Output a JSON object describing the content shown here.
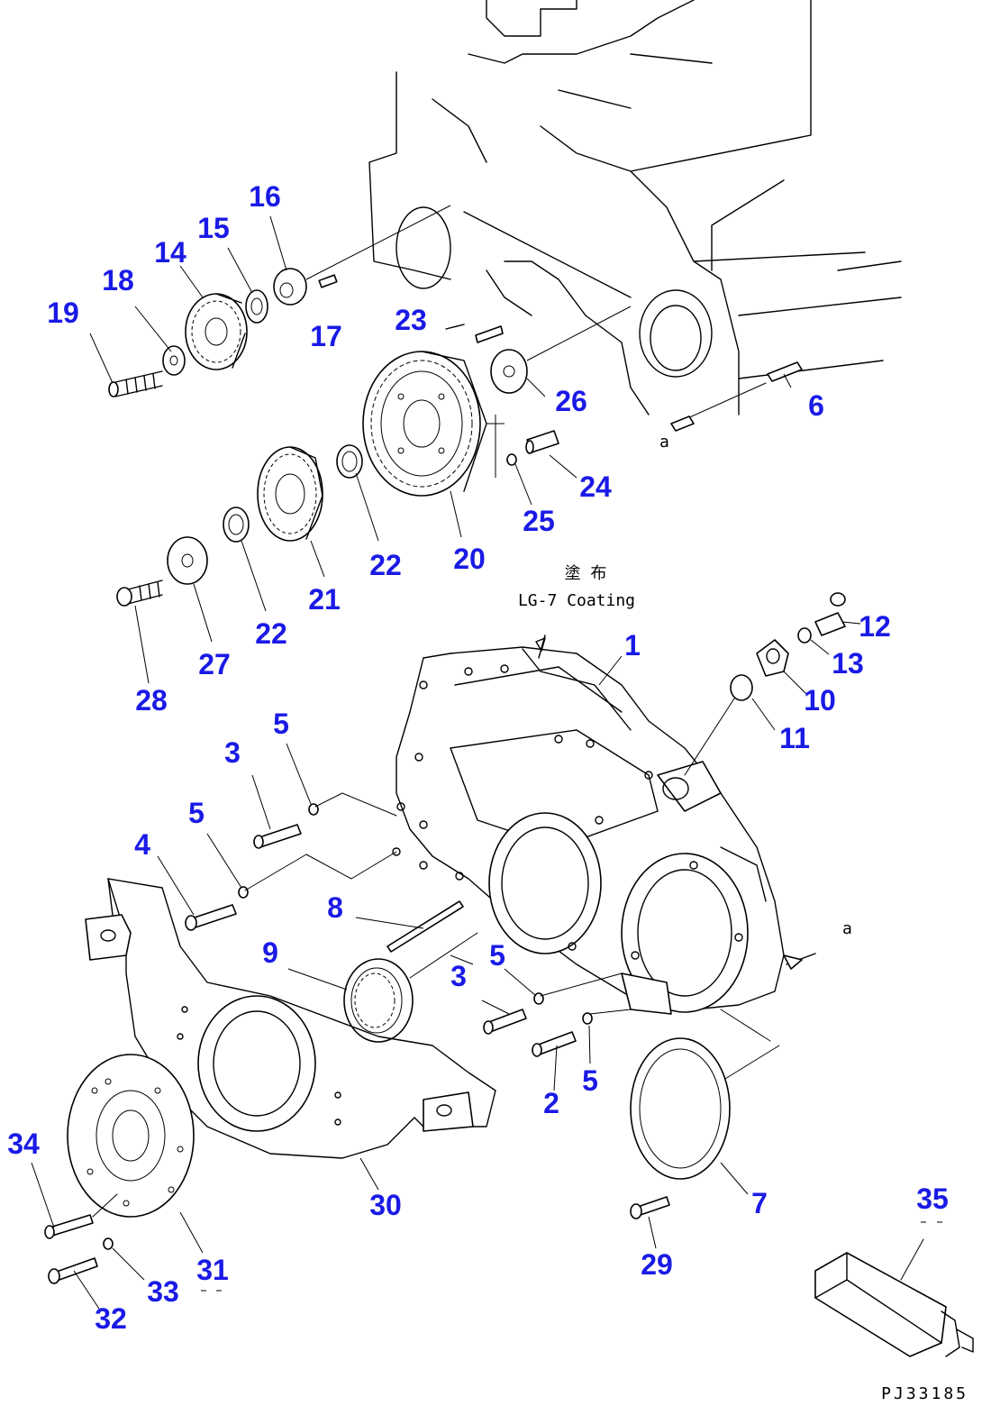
{
  "drawing_code": "PJ33185",
  "note": {
    "kanji": "塗 布",
    "text": "LG-7 Coating"
  },
  "marker": "a",
  "labels": [
    "1",
    "2",
    "3",
    "3",
    "4",
    "5",
    "5",
    "5",
    "5",
    "6",
    "7",
    "8",
    "9",
    "10",
    "11",
    "12",
    "13",
    "14",
    "15",
    "16",
    "17",
    "18",
    "19",
    "20",
    "21",
    "22",
    "22",
    "23",
    "24",
    "25",
    "26",
    "27",
    "28",
    "29",
    "30",
    "31",
    "32",
    "33",
    "34",
    "35"
  ],
  "colors": {
    "label": "#1a1ae6",
    "line": "#000000",
    "background": "#ffffff"
  }
}
